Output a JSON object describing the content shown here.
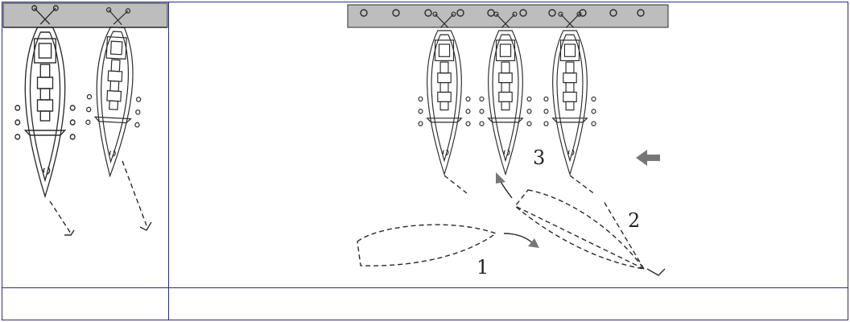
{
  "figure": {
    "labels": {
      "step1": "1",
      "step2": "2",
      "step3": "3"
    },
    "colors": {
      "quay": "#bdbdbd",
      "line": "#2a2a2a",
      "arrow": "#777777",
      "border": "#2c2c8c"
    }
  }
}
